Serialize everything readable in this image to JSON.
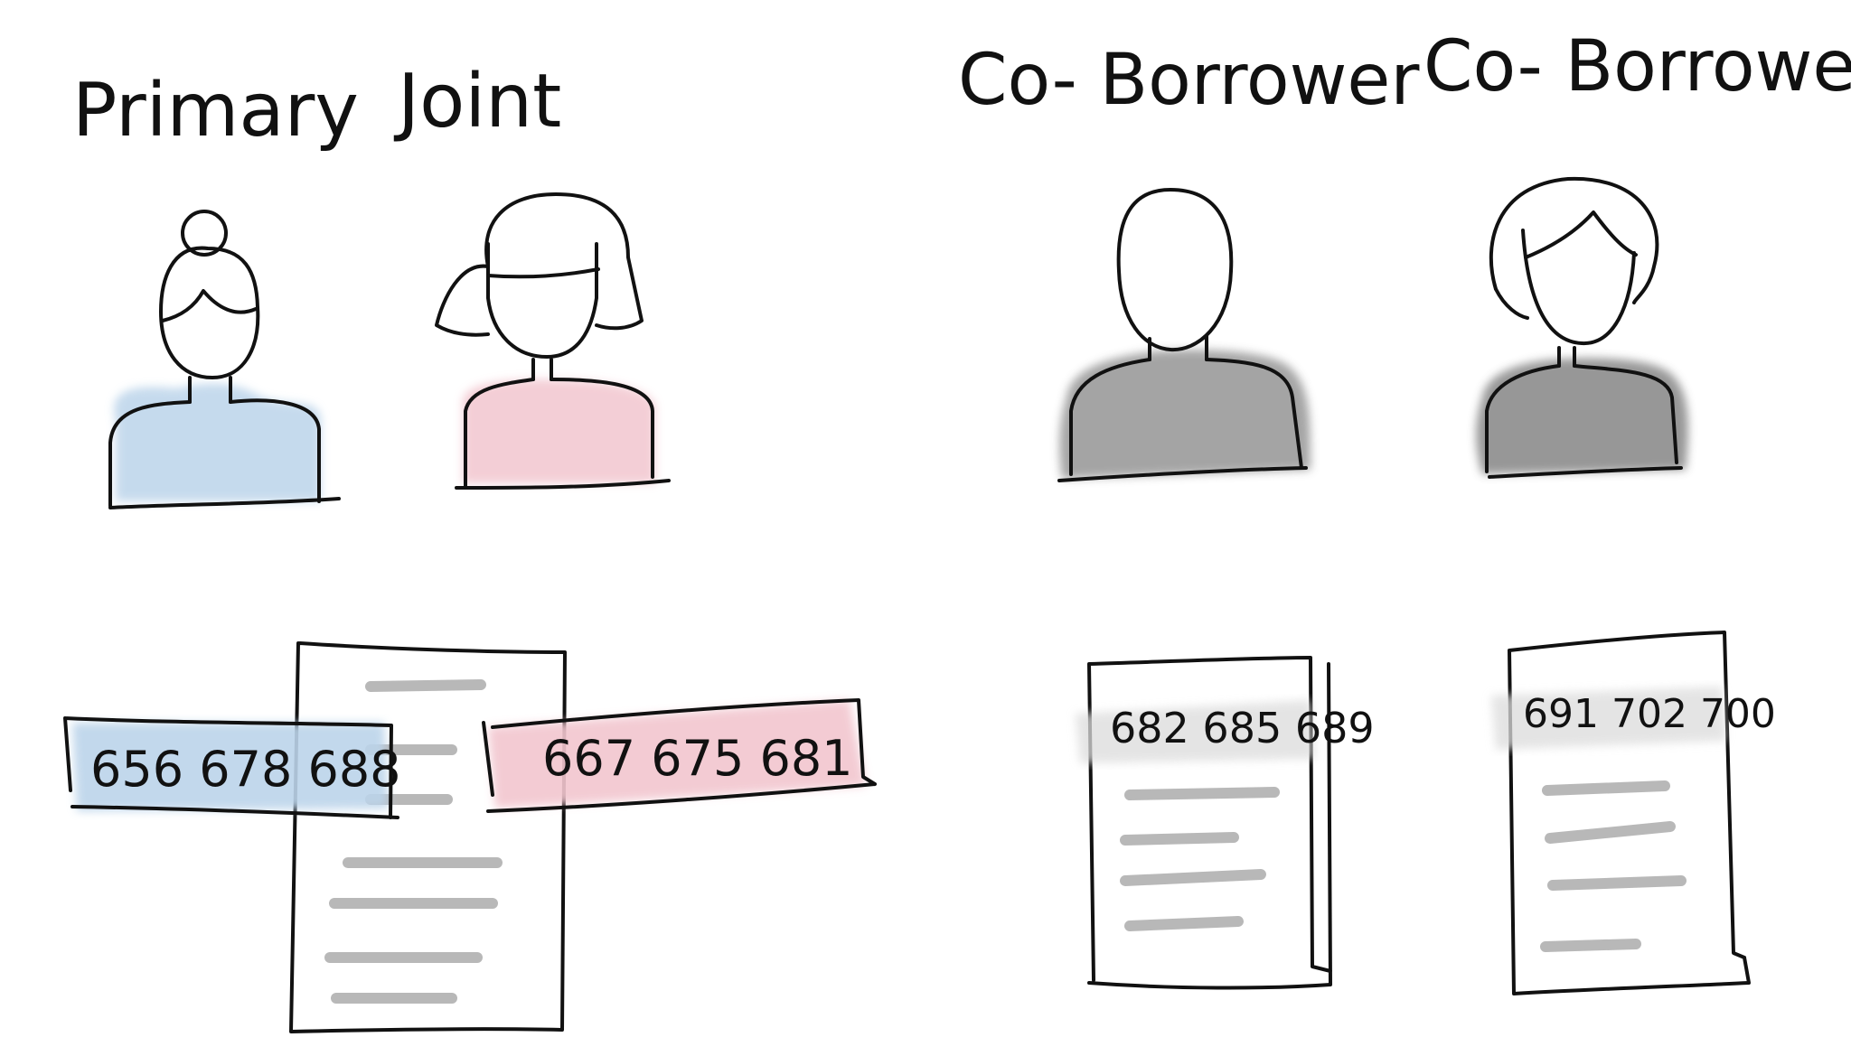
{
  "labels": {
    "primary": "Primary",
    "joint": "Joint",
    "coborrower_1": "Co- Borrower",
    "coborrower_2": "Co- Borrower"
  },
  "scores": {
    "primary": "656 678 688",
    "joint": "667  675  681",
    "coborrower_1": "682 685 689",
    "coborrower_2": "691 702 700"
  },
  "colors": {
    "primary_fill": "#bcd4ea",
    "joint_fill": "#f2c6cf",
    "coborrower_fill": "#9b9b9b",
    "doc_lines": "#b8b8b8"
  }
}
